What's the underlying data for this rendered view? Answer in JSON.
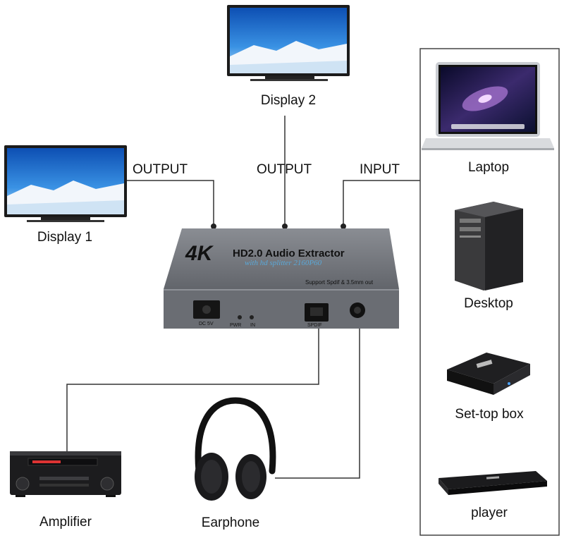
{
  "device": {
    "badge": "4K",
    "title": "HD2.0 Audio Extractor",
    "subtitle": "with hd splitter 2160P60",
    "support": "Support Spdif & 3.5mm out",
    "port_dc": "DC 5V",
    "port_pwr": "PWR",
    "port_in": "IN",
    "port_spdif": "SPDIF"
  },
  "connections": {
    "output_left": "OUTPUT",
    "output_center": "OUTPUT",
    "input": "INPUT"
  },
  "outputs": {
    "display1": "Display 1",
    "display2": "Display 2",
    "amplifier": "Amplifier",
    "earphone": "Earphone"
  },
  "sources": {
    "laptop": "Laptop",
    "desktop": "Desktop",
    "settop": "Set-top box",
    "player": "player"
  },
  "colors": {
    "device_body": "#6e7177",
    "device_text": "#111111",
    "device_subtitle": "#5aa8d8",
    "wire": "#333333",
    "screen_sky": "#1f78d6"
  }
}
